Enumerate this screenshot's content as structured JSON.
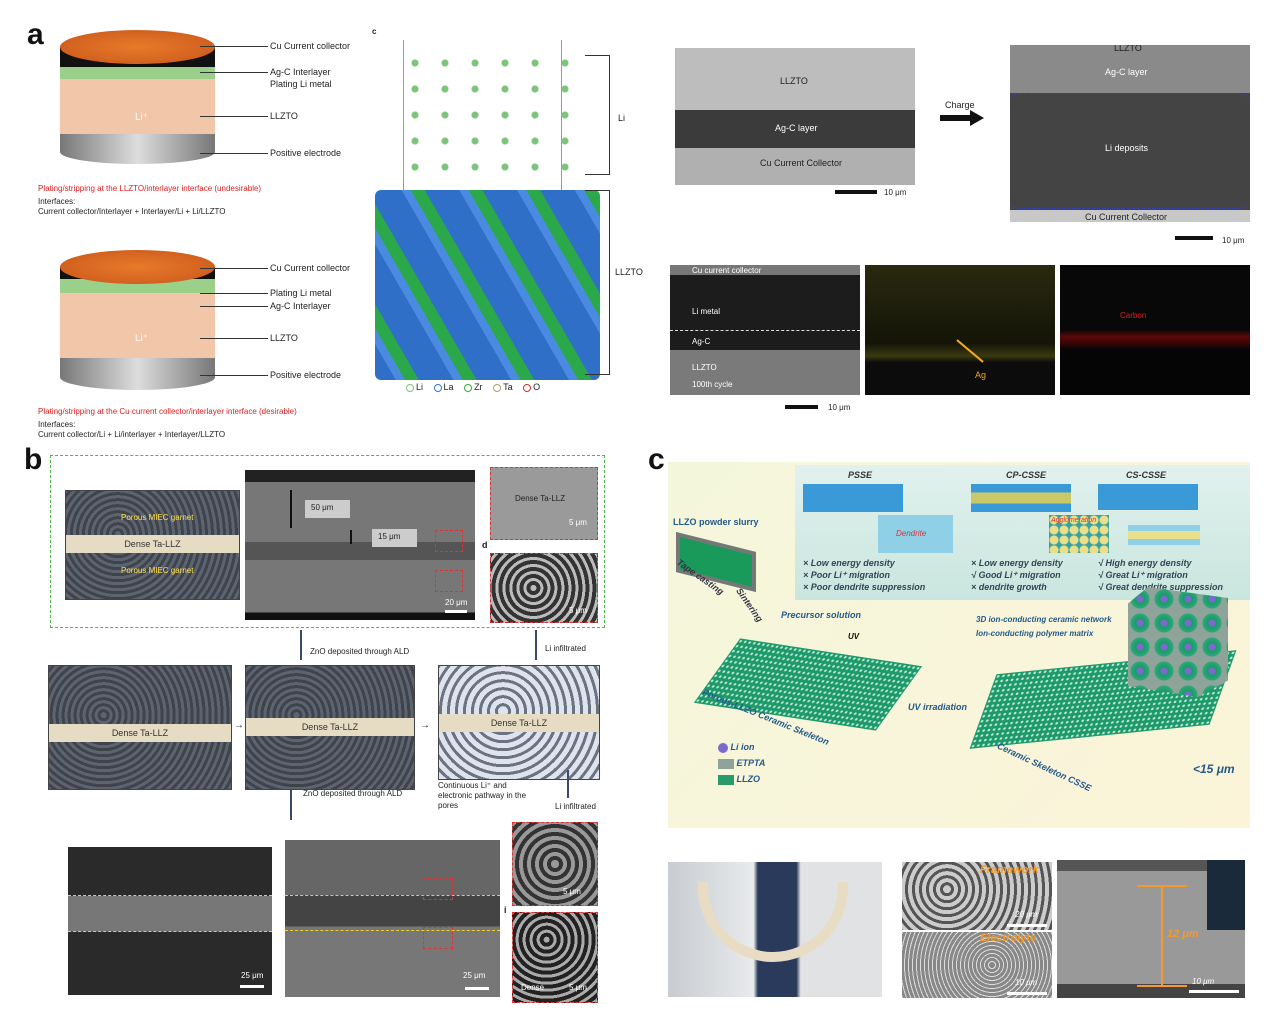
{
  "panels": {
    "a": "a",
    "b": "b",
    "c": "c",
    "c_sub": "c",
    "d_sub": "d",
    "i_sub": "i"
  },
  "a": {
    "top_cell": {
      "labels": [
        "Cu Current collector",
        "Ag-C Interlayer",
        "Plating Li metal",
        "LLZTO",
        "Positive electrode"
      ],
      "ion": "Li⁺",
      "caption": "Plating/stripping at the LLZTO/interlayer interface (undesirable)",
      "interfaces_title": "Interfaces:",
      "interfaces": "Current collector/Interlayer + Interlayer/Li + Li/LLZTO"
    },
    "bottom_cell": {
      "labels": [
        "Cu Current collector",
        "Plating Li metal",
        "Ag-C Interlayer",
        "LLZTO",
        "Positive electrode"
      ],
      "ion": "Li⁺",
      "caption": "Plating/stripping at the Cu current collector/interlayer interface (desirable)",
      "interfaces_title": "Interfaces:",
      "interfaces": "Current collector/Li + Li/interlayer + Interlayer/LLZTO"
    },
    "crystal": {
      "region_li": "Li",
      "region_llzto": "LLZTO",
      "legend": [
        {
          "label": "Li",
          "color": "#7cc47c"
        },
        {
          "label": "La",
          "color": "#2f7ad0"
        },
        {
          "label": "Zr",
          "color": "#30b030"
        },
        {
          "label": "Ta",
          "color": "#b39a6a"
        },
        {
          "label": "O",
          "color": "#d03030"
        }
      ]
    },
    "sem_before": {
      "labels": [
        "LLZTO",
        "Ag-C layer",
        "Cu Current Collector"
      ],
      "scale": "10 μm"
    },
    "charge": "Charge",
    "sem_after": {
      "labels": [
        "LLZTO",
        "Ag-C layer",
        "Li deposits",
        "Cu Current Collector"
      ],
      "scale": "10 μm"
    },
    "eds": {
      "sem_labels": [
        "Cu current collector",
        "Li metal",
        "Ag-C",
        "LLZTO",
        "100th cycle"
      ],
      "ag": "Ag",
      "carbon": "Carbon",
      "scale": "10 μm"
    }
  },
  "b": {
    "schematic": {
      "porous": "Porous MIEC garnet",
      "dense": "Dense Ta-LLZ"
    },
    "sem": {
      "thick": "50 μm",
      "thin": "15 μm",
      "scale": "20 μm"
    },
    "inset_top": {
      "label": "Dense Ta-LLZ",
      "scale": "5 μm"
    },
    "inset_bottom": {
      "scale": "5 μm"
    },
    "steps": {
      "zno_top": "ZnO deposited through ALD",
      "li_top": "Li infiltrated",
      "zno_bottom": "ZnO deposited through ALD",
      "li_bottom": "Li infiltrated",
      "continuous": "Continuous Li⁺ and electronic pathway in the pores",
      "dense": "Dense Ta-LLZ"
    },
    "bottom_sem": {
      "scale_left": "25 μm",
      "scale_right": "25 μm",
      "inset1_scale": "5 μm",
      "inset2_label": "Dense",
      "inset2_scale": "5 μm"
    }
  },
  "c": {
    "slurry": "LLZO powder slurry",
    "tape": "Tape casting",
    "sintering": "Sintering",
    "types": [
      {
        "name": "PSSE",
        "inset": "Dendrite",
        "points": [
          "× Low energy density",
          "× Poor Li⁺ migration",
          "× Poor dendrite suppression"
        ]
      },
      {
        "name": "CP-CSSE",
        "inset": "Agglomeration",
        "points": [
          "× Low energy density",
          "√ Good Li⁺ migration",
          "× dendrite growth"
        ]
      },
      {
        "name": "CS-CSSE",
        "inset": "",
        "points": [
          "√ High energy density",
          "√ Great Li⁺ migration",
          "√ Great dendrite suppression"
        ]
      }
    ],
    "precursor": "Precursor solution",
    "uv": "UV",
    "porous": "Porous-LLZO Ceramic Skeleton",
    "uv_irr": "UV irradiation",
    "network": "3D ion-conducting ceramic network",
    "matrix": "Ion-conducting polymer matrix",
    "product": "Ceramic Skeleton CSSE",
    "thickness": "<15 μm",
    "legend": [
      {
        "label": "Li ion",
        "color": "#7a6ad0"
      },
      {
        "label": "ETPTA",
        "color": "#8fa39a"
      },
      {
        "label": "LLZO",
        "color": "#2a9a6a"
      }
    ],
    "sem": {
      "framework": "Framework",
      "electrolyte": "Electrolyte",
      "scale_top": "20 μm",
      "scale_bottom": "10 μm",
      "thickness": "12 μm",
      "scale_cross": "10 μm"
    }
  }
}
